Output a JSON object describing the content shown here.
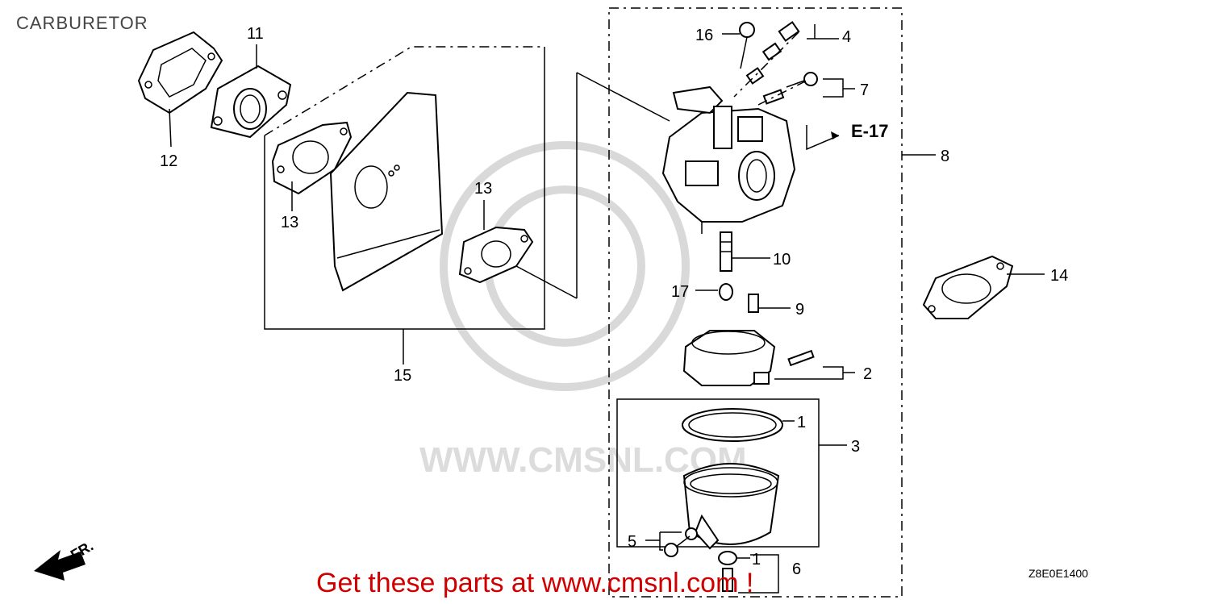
{
  "title": "CARBURETOR",
  "callouts": {
    "c1a": "1",
    "c1b": "1",
    "c2": "2",
    "c3": "3",
    "c4": "4",
    "c5": "5",
    "c6": "6",
    "c7": "7",
    "c8": "8",
    "c9": "9",
    "c10": "10",
    "c11": "11",
    "c12": "12",
    "c13a": "13",
    "c13b": "13",
    "c14": "14",
    "c15": "15",
    "c16": "16",
    "c17": "17"
  },
  "reference": "E-17",
  "diagram_code": "Z8E0E1400",
  "front_label": "FR.",
  "promo_text": "Get these parts at www.cmsnl.com !",
  "watermark_text": "WWW.CMSNL.COM",
  "colors": {
    "promo": "#d00000",
    "line": "#000000",
    "watermark": "#d9d9d9"
  }
}
